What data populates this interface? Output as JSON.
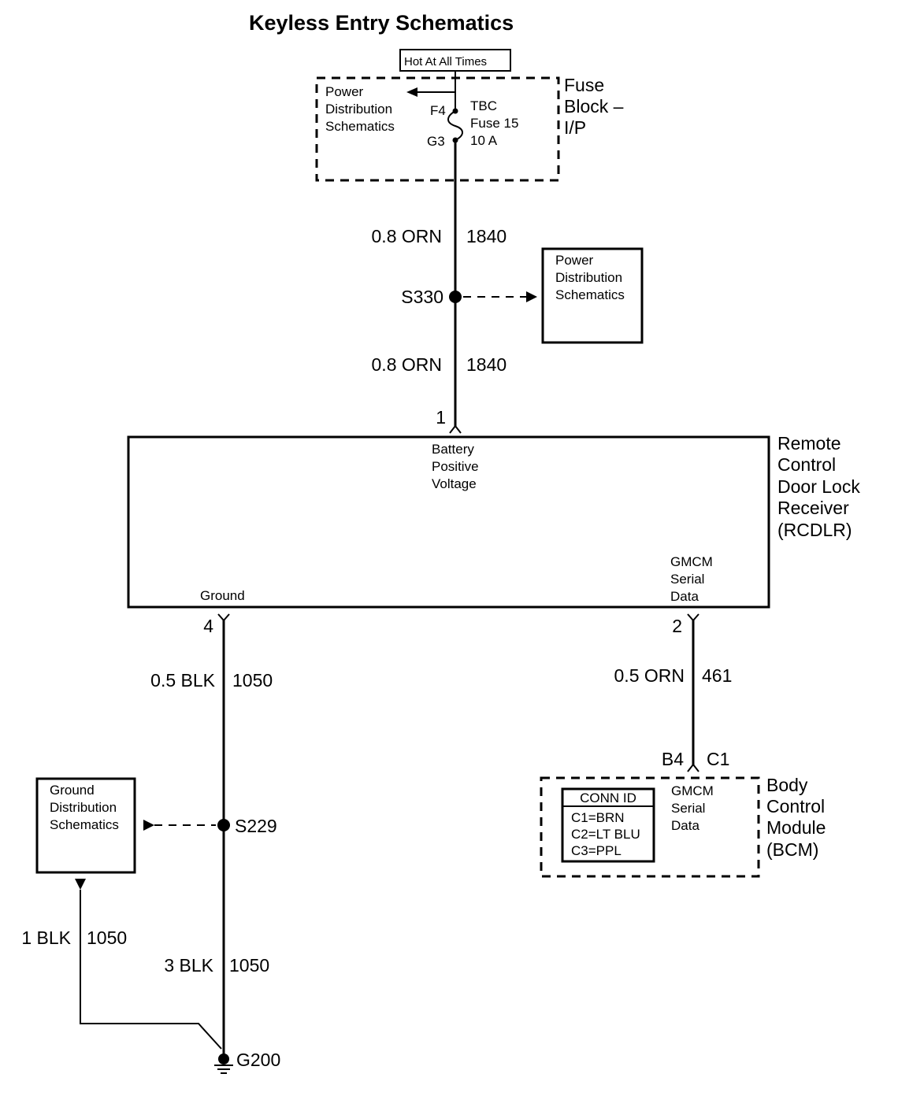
{
  "title": "Keyless Entry Schematics",
  "power_source": "Hot At All Times",
  "fuse_block": {
    "name_lines": [
      "Fuse",
      "Block –",
      "I/P"
    ],
    "ref_lines": [
      "Power",
      "Distribution",
      "Schematics"
    ],
    "fuse_lines": [
      "TBC",
      "Fuse 15",
      "10 A"
    ],
    "terminal_in": "F4",
    "terminal_out": "G3"
  },
  "wires": {
    "top_upper": {
      "gauge": "0.8 ORN",
      "circuit": "1840"
    },
    "top_lower": {
      "gauge": "0.8 ORN",
      "circuit": "1840"
    },
    "ground_upper": {
      "gauge": "0.5 BLK",
      "circuit": "1050"
    },
    "ground_lower": {
      "gauge": "3 BLK",
      "circuit": "1050"
    },
    "ground_left": {
      "gauge": "1 BLK",
      "circuit": "1050"
    },
    "serial": {
      "gauge": "0.5 ORN",
      "circuit": "461"
    }
  },
  "splices": {
    "power": "S330",
    "ground": "S229",
    "ground_point": "G200"
  },
  "power_ref_lines": [
    "Power",
    "Distribution",
    "Schematics"
  ],
  "ground_ref_lines": [
    "Ground",
    "Distribution",
    "Schematics"
  ],
  "rcdlr": {
    "name_lines": [
      "Remote",
      "Control",
      "Door Lock",
      "Receiver",
      "(RCDLR)"
    ],
    "battery_lines": [
      "Battery",
      "Positive",
      "Voltage"
    ],
    "ground_label": "Ground",
    "serial_lines": [
      "GMCM",
      "Serial",
      "Data"
    ],
    "pin_battery": "1",
    "pin_ground": "4",
    "pin_serial": "2"
  },
  "bcm": {
    "name_lines": [
      "Body",
      "Control",
      "Module",
      "(BCM)"
    ],
    "pin_cavity": "B4",
    "connector": "C1",
    "serial_lines": [
      "GMCM",
      "Serial",
      "Data"
    ],
    "conn_id": {
      "header": "CONN ID",
      "rows": [
        "C1=BRN",
        "C2=LT BLU",
        "C3=PPL"
      ]
    }
  }
}
